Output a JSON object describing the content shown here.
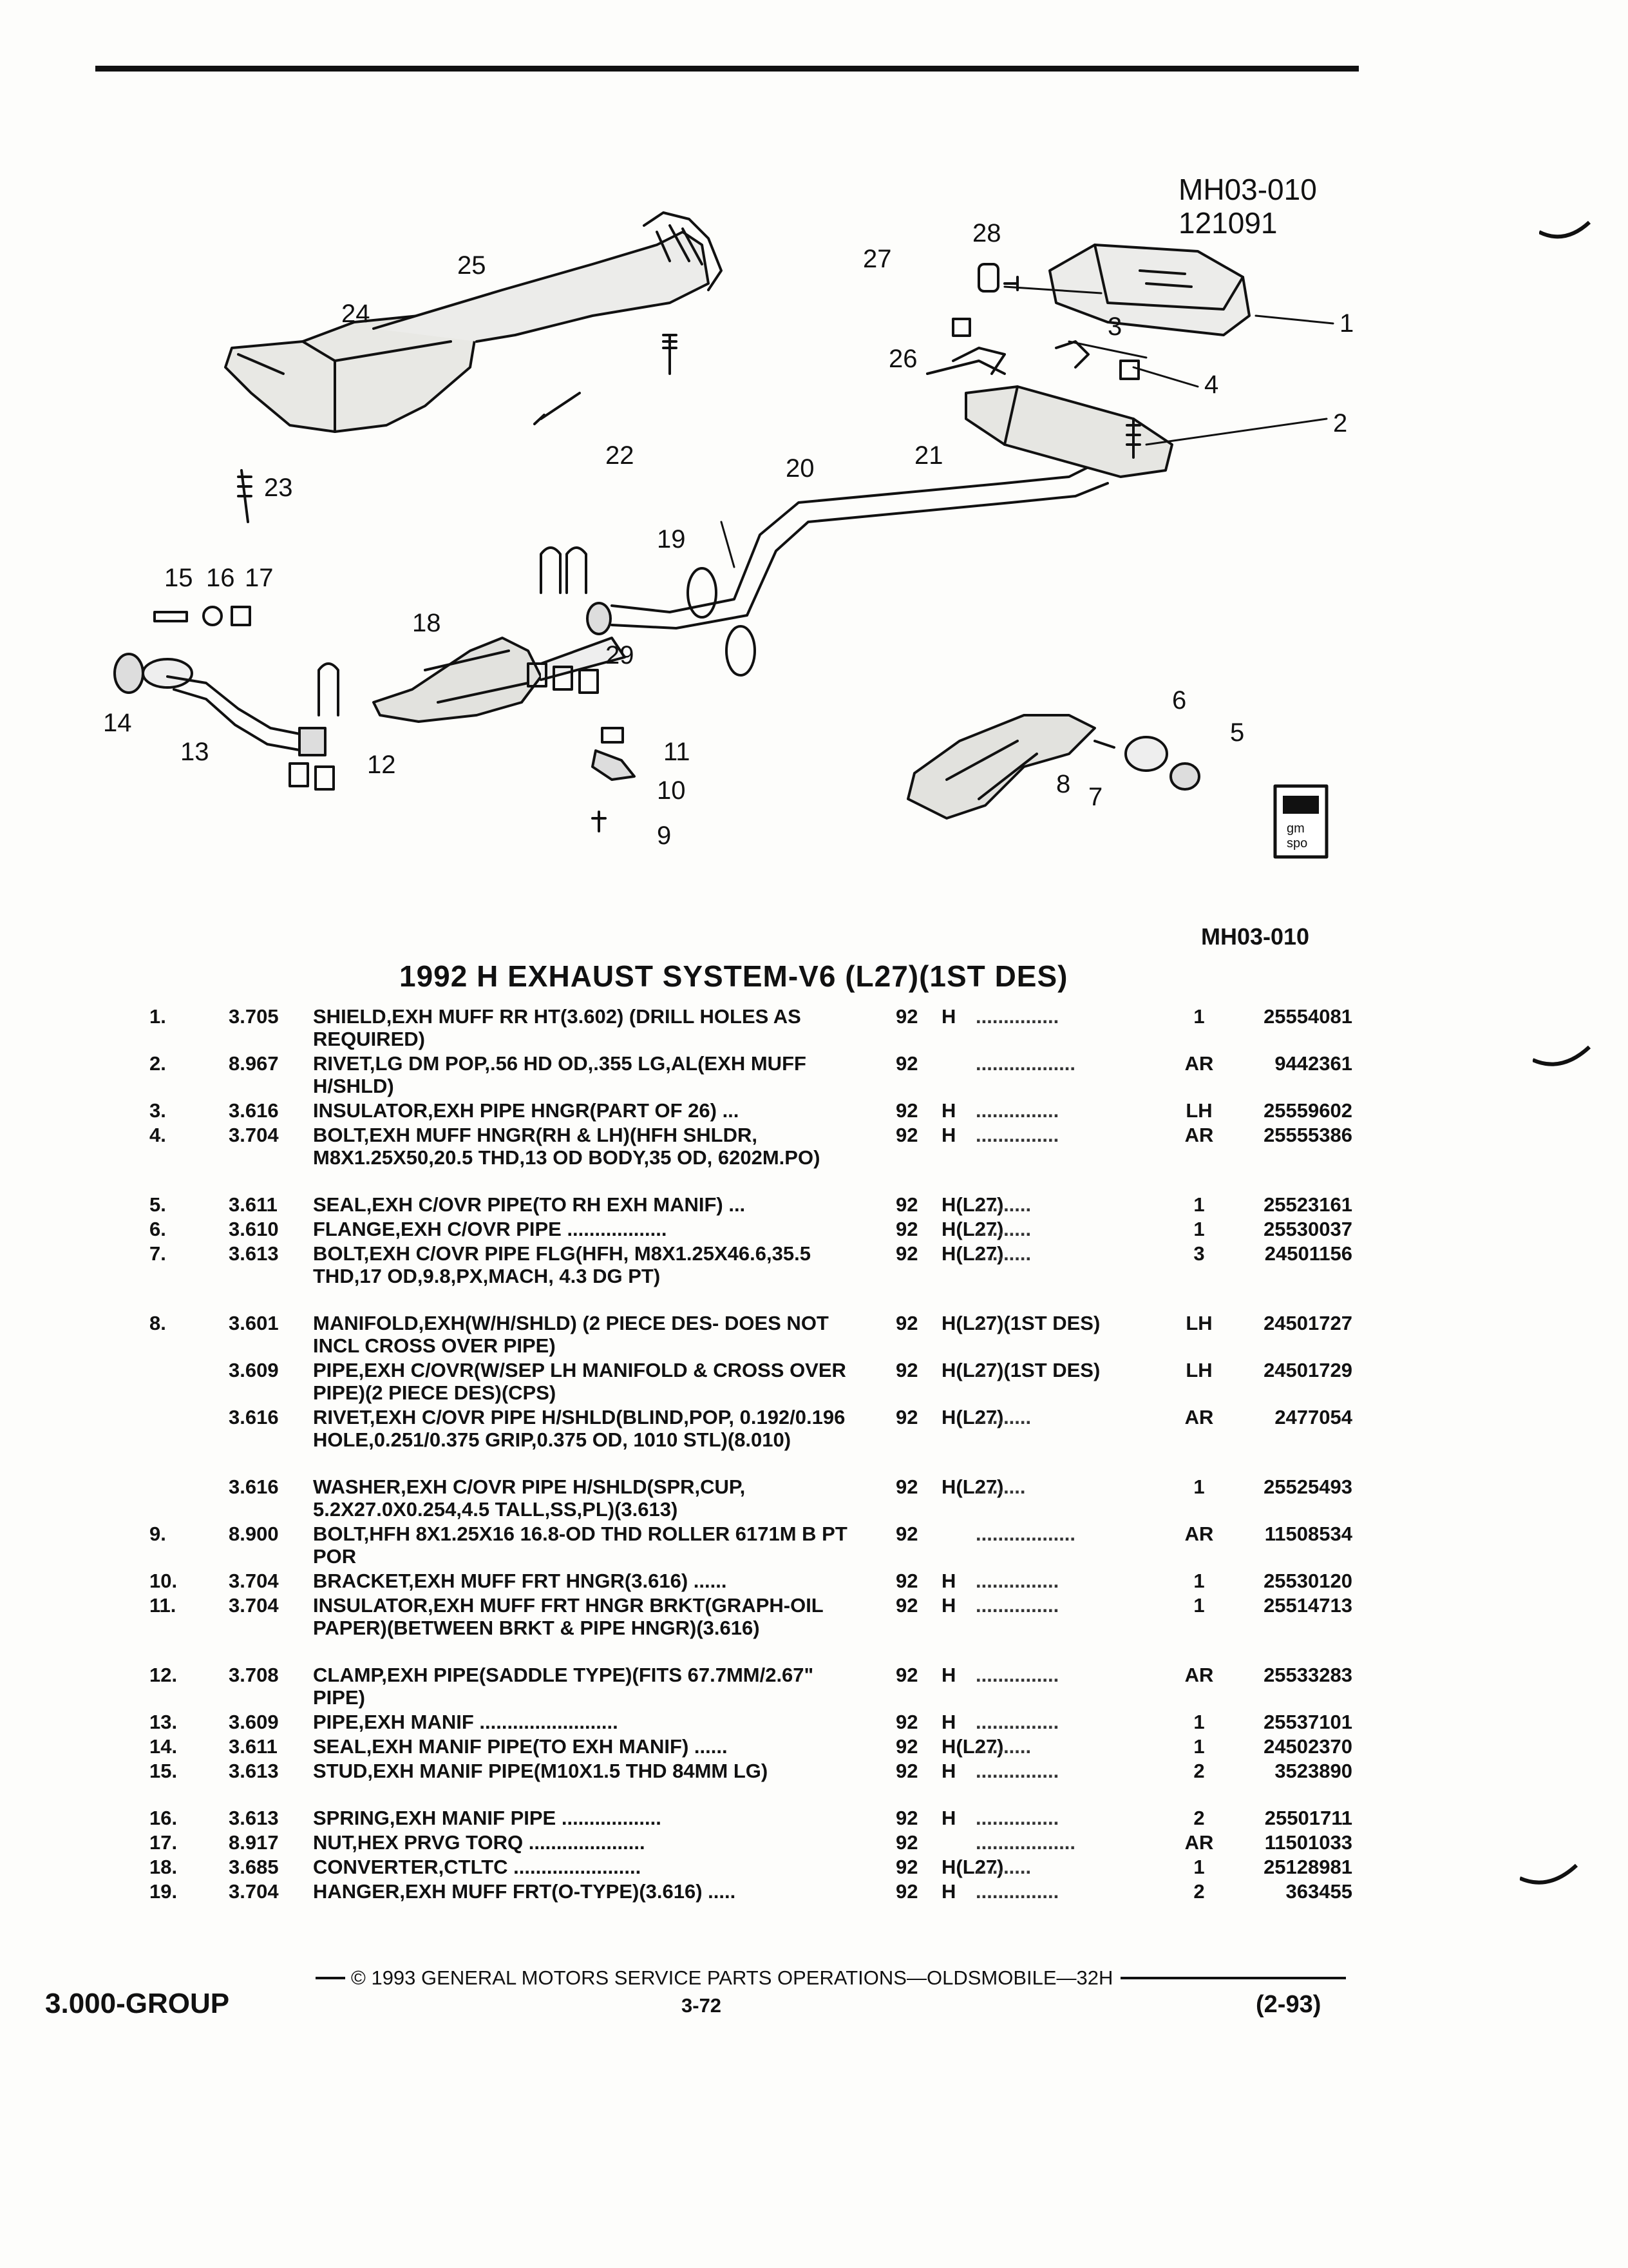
{
  "diagram": {
    "code": "MH03-010",
    "date": "121091",
    "code_caption": "MH03-010",
    "logo_text": "gm spo",
    "callouts": [
      "1",
      "2",
      "3",
      "4",
      "5",
      "6",
      "7",
      "8",
      "9",
      "10",
      "11",
      "12",
      "13",
      "14",
      "15",
      "16",
      "17",
      "18",
      "19",
      "20",
      "21",
      "22",
      "23",
      "24",
      "25",
      "26",
      "27",
      "28",
      "29"
    ]
  },
  "title": "1992 H EXHAUST SYSTEM-V6 (L27)(1ST DES)",
  "rows": [
    {
      "no": "1.",
      "grp": "3.705",
      "name": "SHIELD",
      "desc": ",EXH MUFF RR HT(3.602) (DRILL HOLES AS REQUIRED)",
      "yr": "92",
      "model": "H",
      "dots": "...............",
      "qty": "1",
      "part": "25554081"
    },
    {
      "no": "2.",
      "grp": "8.967",
      "name": "RIVET",
      "desc": ",LG DM POP,.56 HD OD,.355 LG,AL(EXH MUFF H/SHLD)",
      "yr": "92",
      "model": "",
      "dots": "..................",
      "qty": "AR",
      "part": "9442361"
    },
    {
      "no": "3.",
      "grp": "3.616",
      "name": "INSULATOR",
      "desc": ",EXH PIPE HNGR(PART OF 26) ...",
      "yr": "92",
      "model": "H",
      "dots": "...............",
      "qty": "LH",
      "part": "25559602"
    },
    {
      "no": "4.",
      "grp": "3.704",
      "name": "BOLT",
      "desc": ",EXH MUFF HNGR(RH & LH)(HFH SHLDR, M8X1.25X50,20.5 THD,13 OD BODY,35 OD, 6202M.PO)",
      "yr": "92",
      "model": "H",
      "dots": "...............",
      "qty": "AR",
      "part": "25555386"
    },
    {
      "no": "5.",
      "grp": "3.611",
      "name": "SEAL",
      "desc": ",EXH C/OVR PIPE(TO RH EXH MANIF) ...",
      "yr": "92",
      "model": "H(L27)",
      "dots": "..........",
      "qty": "1",
      "part": "25523161"
    },
    {
      "no": "6.",
      "grp": "3.610",
      "name": "FLANGE",
      "desc": ",EXH C/OVR PIPE ..................",
      "yr": "92",
      "model": "H(L27)",
      "dots": "..........",
      "qty": "1",
      "part": "25530037"
    },
    {
      "no": "7.",
      "grp": "3.613",
      "name": "BOLT",
      "desc": ",EXH C/OVR PIPE FLG(HFH, M8X1.25X46.6,35.5 THD,17 OD,9.8,PX,MACH, 4.3 DG PT)",
      "yr": "92",
      "model": "H(L27)",
      "dots": "..........",
      "qty": "3",
      "part": "24501156"
    },
    {
      "no": "8.",
      "grp": "3.601",
      "name": "MANIFOLD",
      "desc": ",EXH(W/H/SHLD) (2 PIECE DES- DOES NOT INCL CROSS OVER PIPE)",
      "yr": "92",
      "model": "H(L27)(1ST DES)",
      "dots": "..",
      "qty": "LH",
      "part": "24501727"
    },
    {
      "no": "",
      "grp": "3.609",
      "name": "PIPE",
      "desc": ",EXH C/OVR(W/SEP LH MANIFOLD & CROSS OVER PIPE)(2 PIECE DES)(CPS)",
      "yr": "92",
      "model": "H(L27)(1ST DES)",
      "dots": "..",
      "qty": "LH",
      "part": "24501729"
    },
    {
      "no": "",
      "grp": "3.616",
      "name": "RIVET",
      "desc": ",EXH C/OVR PIPE H/SHLD(BLIND,POP, 0.192/0.196 HOLE,0.251/0.375 GRIP,0.375 OD, 1010 STL)(8.010)",
      "yr": "92",
      "model": "H(L27)",
      "dots": "..........",
      "qty": "AR",
      "part": "2477054"
    },
    {
      "no": "",
      "grp": "3.616",
      "name": "WASHER",
      "desc": ",EXH C/OVR PIPE H/SHLD(SPR,CUP, 5.2X27.0X0.254,4.5 TALL,SS,PL)(3.613)",
      "yr": "92",
      "model": "H(L27)",
      "dots": ".........",
      "qty": "1",
      "part": "25525493"
    },
    {
      "no": "9.",
      "grp": "8.900",
      "name": "BOLT",
      "desc": ",HFH 8X1.25X16 16.8-OD THD ROLLER 6171M B PT POR",
      "yr": "92",
      "model": "",
      "dots": "..................",
      "qty": "AR",
      "part": "11508534"
    },
    {
      "no": "10.",
      "grp": "3.704",
      "name": "BRACKET",
      "desc": ",EXH MUFF FRT HNGR(3.616) ......",
      "yr": "92",
      "model": "H",
      "dots": "...............",
      "qty": "1",
      "part": "25530120"
    },
    {
      "no": "11.",
      "grp": "3.704",
      "name": "INSULATOR",
      "desc": ",EXH MUFF FRT HNGR BRKT(GRAPH-OIL PAPER)(BETWEEN BRKT & PIPE HNGR)(3.616)",
      "yr": "92",
      "model": "H",
      "dots": "...............",
      "qty": "1",
      "part": "25514713"
    },
    {
      "no": "12.",
      "grp": "3.708",
      "name": "CLAMP",
      "desc": ",EXH PIPE(SADDLE TYPE)(FITS 67.7MM/2.67\" PIPE)",
      "yr": "92",
      "model": "H",
      "dots": "...............",
      "qty": "AR",
      "part": "25533283"
    },
    {
      "no": "13.",
      "grp": "3.609",
      "name": "PIPE",
      "desc": ",EXH MANIF .........................",
      "yr": "92",
      "model": "H",
      "dots": "...............",
      "qty": "1",
      "part": "25537101"
    },
    {
      "no": "14.",
      "grp": "3.611",
      "name": "SEAL",
      "desc": ",EXH MANIF PIPE(TO EXH MANIF) ......",
      "yr": "92",
      "model": "H(L27)",
      "dots": "..........",
      "qty": "1",
      "part": "24502370"
    },
    {
      "no": "15.",
      "grp": "3.613",
      "name": "STUD",
      "desc": ",EXH MANIF PIPE(M10X1.5 THD 84MM LG)",
      "yr": "92",
      "model": "H",
      "dots": "...............",
      "qty": "2",
      "part": "3523890"
    },
    {
      "no": "16.",
      "grp": "3.613",
      "name": "SPRING",
      "desc": ",EXH MANIF PIPE ..................",
      "yr": "92",
      "model": "H",
      "dots": "...............",
      "qty": "2",
      "part": "25501711"
    },
    {
      "no": "17.",
      "grp": "8.917",
      "name": "NUT",
      "desc": ",HEX PRVG TORQ .....................",
      "yr": "92",
      "model": "",
      "dots": "..................",
      "qty": "AR",
      "part": "11501033"
    },
    {
      "no": "18.",
      "grp": "3.685",
      "name": "CONVERTER",
      "desc": ",CTLTC .......................",
      "yr": "92",
      "model": "H(L27)",
      "dots": "..........",
      "qty": "1",
      "part": "25128981"
    },
    {
      "no": "19.",
      "grp": "3.704",
      "name": "HANGER",
      "desc": ",EXH MUFF FRT(O-TYPE)(3.616) .....",
      "yr": "92",
      "model": "H",
      "dots": "...............",
      "qty": "2",
      "part": "363455"
    }
  ],
  "footer": {
    "copyright": "© 1993 GENERAL MOTORS SERVICE PARTS OPERATIONS—OLDSMOBILE—32H",
    "page": "3-72",
    "group": "3.000-GROUP",
    "date": "(2-93)"
  }
}
